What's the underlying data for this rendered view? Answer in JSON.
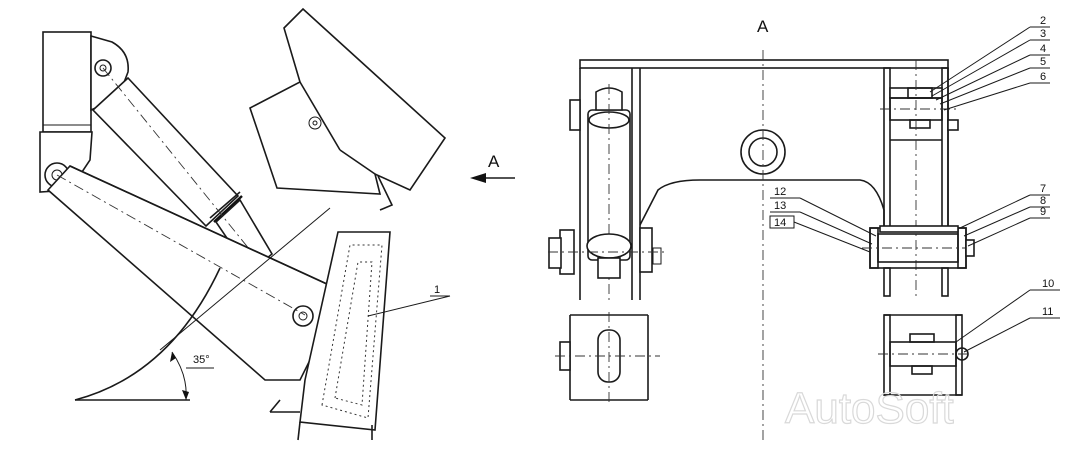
{
  "left_view": {
    "part_label": "1",
    "angle_label": "35°",
    "view_arrow_label": "A"
  },
  "section_view": {
    "title": "A",
    "callouts": [
      "2",
      "3",
      "4",
      "5",
      "6",
      "7",
      "8",
      "9",
      "10",
      "11",
      "12",
      "13",
      "14"
    ]
  },
  "watermark": "AutoSoft"
}
